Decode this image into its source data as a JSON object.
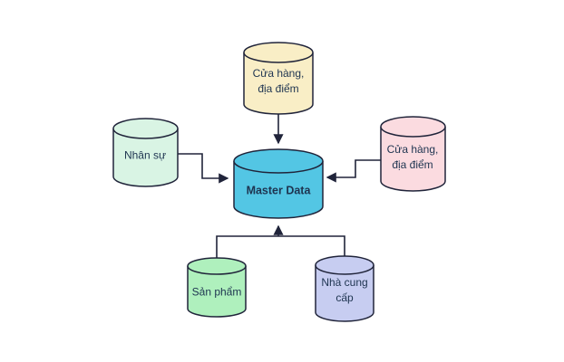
{
  "diagram": {
    "title": "Master Data hub diagram",
    "background": "#ffffff",
    "stroke_color": "#20243a",
    "text_color": "#1e3450",
    "nodes": {
      "top": {
        "label": "Cửa hàng,\nđịa điểm",
        "fill": "#f9eec6"
      },
      "left": {
        "label": "Nhân sự",
        "fill": "#d9f4e4"
      },
      "right": {
        "label": "Cửa hàng,\nđịa điểm",
        "fill": "#fbdbe0"
      },
      "center": {
        "label": "Master Data",
        "fill": "#53c6e4"
      },
      "bottom_left": {
        "label": "Sản phẩm",
        "fill": "#aff0bd"
      },
      "bottom_right": {
        "label": "Nhà cung\ncấp",
        "fill": "#c7cdf1"
      }
    }
  }
}
